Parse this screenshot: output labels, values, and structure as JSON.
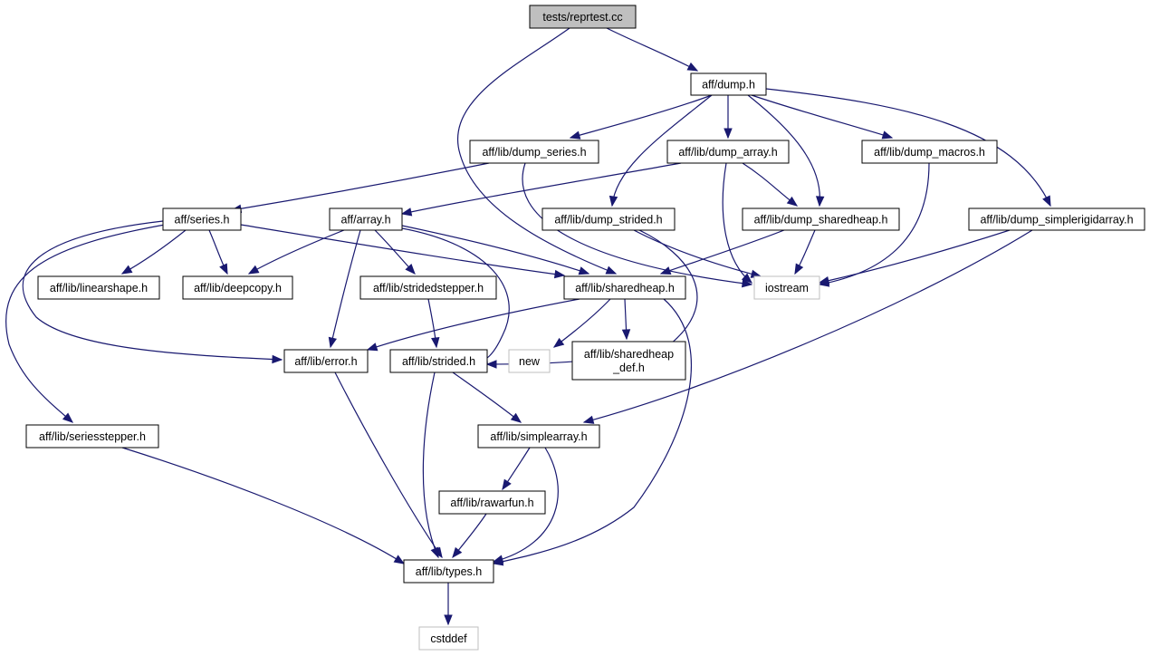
{
  "title": "tests/reprtest.cc",
  "nodes": [
    {
      "id": "reprtest",
      "label": "tests/reprtest.cc",
      "kind": "root"
    },
    {
      "id": "dump",
      "label": "aff/dump.h",
      "kind": "header"
    },
    {
      "id": "dump_series",
      "label": "aff/lib/dump_series.h",
      "kind": "header"
    },
    {
      "id": "dump_array",
      "label": "aff/lib/dump_array.h",
      "kind": "header"
    },
    {
      "id": "dump_macros",
      "label": "aff/lib/dump_macros.h",
      "kind": "header"
    },
    {
      "id": "series",
      "label": "aff/series.h",
      "kind": "header"
    },
    {
      "id": "array",
      "label": "aff/array.h",
      "kind": "header"
    },
    {
      "id": "dump_strided",
      "label": "aff/lib/dump_strided.h",
      "kind": "header"
    },
    {
      "id": "dump_sharedheap",
      "label": "aff/lib/dump_sharedheap.h",
      "kind": "header"
    },
    {
      "id": "dump_simplerigidarray",
      "label": "aff/lib/dump_simplerigidarray.h",
      "kind": "header"
    },
    {
      "id": "linearshape",
      "label": "aff/lib/linearshape.h",
      "kind": "header"
    },
    {
      "id": "deepcopy",
      "label": "aff/lib/deepcopy.h",
      "kind": "header"
    },
    {
      "id": "stridedstepper",
      "label": "aff/lib/stridedstepper.h",
      "kind": "header"
    },
    {
      "id": "sharedheap",
      "label": "aff/lib/sharedheap.h",
      "kind": "header"
    },
    {
      "id": "iostream",
      "label": "iostream",
      "kind": "external"
    },
    {
      "id": "error",
      "label": "aff/lib/error.h",
      "kind": "header"
    },
    {
      "id": "strided",
      "label": "aff/lib/strided.h",
      "kind": "header"
    },
    {
      "id": "new",
      "label": "new",
      "kind": "external"
    },
    {
      "id": "sharedheap_def",
      "label": "aff/lib/sharedheap\n_def.h",
      "kind": "header"
    },
    {
      "id": "seriesstepper",
      "label": "aff/lib/seriesstepper.h",
      "kind": "header"
    },
    {
      "id": "simplearray",
      "label": "aff/lib/simplearray.h",
      "kind": "header"
    },
    {
      "id": "rawarfun",
      "label": "aff/lib/rawarfun.h",
      "kind": "header"
    },
    {
      "id": "types",
      "label": "aff/lib/types.h",
      "kind": "header"
    },
    {
      "id": "cstddef",
      "label": "cstddef",
      "kind": "external"
    }
  ],
  "edges": [
    {
      "from": "reprtest",
      "to": "dump"
    },
    {
      "from": "reprtest",
      "to": "sharedheap"
    },
    {
      "from": "dump",
      "to": "dump_series"
    },
    {
      "from": "dump",
      "to": "dump_array"
    },
    {
      "from": "dump",
      "to": "dump_strided"
    },
    {
      "from": "dump",
      "to": "dump_sharedheap"
    },
    {
      "from": "dump",
      "to": "dump_macros"
    },
    {
      "from": "dump",
      "to": "dump_simplerigidarray"
    },
    {
      "from": "dump_series",
      "to": "series"
    },
    {
      "from": "dump_series",
      "to": "iostream"
    },
    {
      "from": "dump_array",
      "to": "array"
    },
    {
      "from": "dump_array",
      "to": "dump_sharedheap"
    },
    {
      "from": "dump_array",
      "to": "iostream"
    },
    {
      "from": "dump_macros",
      "to": "iostream"
    },
    {
      "from": "dump_strided",
      "to": "iostream"
    },
    {
      "from": "dump_strided",
      "to": "strided"
    },
    {
      "from": "dump_sharedheap",
      "to": "sharedheap"
    },
    {
      "from": "dump_sharedheap",
      "to": "iostream"
    },
    {
      "from": "dump_simplerigidarray",
      "to": "iostream"
    },
    {
      "from": "dump_simplerigidarray",
      "to": "simplearray"
    },
    {
      "from": "series",
      "to": "linearshape"
    },
    {
      "from": "series",
      "to": "deepcopy"
    },
    {
      "from": "series",
      "to": "sharedheap"
    },
    {
      "from": "series",
      "to": "error"
    },
    {
      "from": "series",
      "to": "seriesstepper"
    },
    {
      "from": "array",
      "to": "deepcopy"
    },
    {
      "from": "array",
      "to": "stridedstepper"
    },
    {
      "from": "array",
      "to": "sharedheap"
    },
    {
      "from": "array",
      "to": "error"
    },
    {
      "from": "array",
      "to": "strided"
    },
    {
      "from": "stridedstepper",
      "to": "strided"
    },
    {
      "from": "sharedheap",
      "to": "error"
    },
    {
      "from": "sharedheap",
      "to": "new"
    },
    {
      "from": "sharedheap",
      "to": "sharedheap_def"
    },
    {
      "from": "sharedheap",
      "to": "types"
    },
    {
      "from": "error",
      "to": "types"
    },
    {
      "from": "strided",
      "to": "simplearray"
    },
    {
      "from": "strided",
      "to": "types"
    },
    {
      "from": "seriesstepper",
      "to": "types"
    },
    {
      "from": "simplearray",
      "to": "rawarfun"
    },
    {
      "from": "simplearray",
      "to": "types"
    },
    {
      "from": "rawarfun",
      "to": "types"
    },
    {
      "from": "types",
      "to": "cstddef"
    }
  ]
}
